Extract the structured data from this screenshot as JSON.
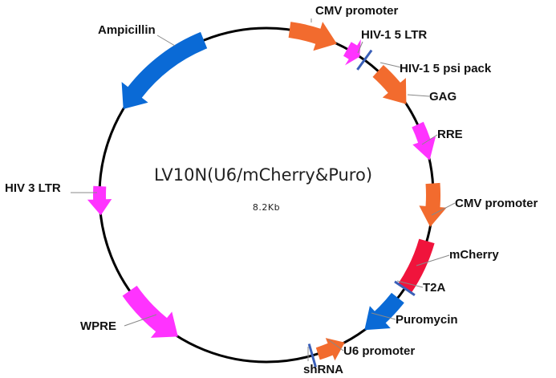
{
  "plasmid": {
    "name": "LV10N(U6/mCherry&Puro)",
    "size": "8.2Kb"
  },
  "colors": {
    "orange": "#f26b2e",
    "magenta": "#ff33ff",
    "blue": "#0a6ad6",
    "red": "#f0143c",
    "site": "#3a5fb8",
    "backbone": "#000000"
  },
  "features": [
    {
      "id": "cmv-promoter-1",
      "label": "CMV promoter",
      "color": "orange",
      "arrow": "cw"
    },
    {
      "id": "hiv1-5-ltr",
      "label": "HIV-1 5 LTR",
      "color": "magenta",
      "arrow": "cw"
    },
    {
      "id": "hiv1-5-psi-pack",
      "label": "HIV-1 5 psi pack",
      "color": "site",
      "arrow": "none"
    },
    {
      "id": "gag",
      "label": "GAG",
      "color": "orange",
      "arrow": "cw"
    },
    {
      "id": "rre",
      "label": "RRE",
      "color": "magenta",
      "arrow": "cw"
    },
    {
      "id": "cmv-promoter-2",
      "label": "CMV promoter",
      "color": "orange",
      "arrow": "cw"
    },
    {
      "id": "mcherry",
      "label": "mCherry",
      "color": "red",
      "arrow": "none"
    },
    {
      "id": "t2a",
      "label": "T2A",
      "color": "site",
      "arrow": "none"
    },
    {
      "id": "puromycin",
      "label": "Puromycin",
      "color": "blue",
      "arrow": "cw"
    },
    {
      "id": "u6-promoter",
      "label": "U6 promoter",
      "color": "orange",
      "arrow": "ccw"
    },
    {
      "id": "shrna",
      "label": "shRNA",
      "color": "site",
      "arrow": "none"
    },
    {
      "id": "wpre",
      "label": "WPRE",
      "color": "magenta",
      "arrow": "ccw"
    },
    {
      "id": "hiv-3-ltr",
      "label": "HIV 3 LTR",
      "color": "magenta",
      "arrow": "ccw"
    },
    {
      "id": "ampicillin",
      "label": "Ampicillin",
      "color": "blue",
      "arrow": "ccw"
    }
  ]
}
